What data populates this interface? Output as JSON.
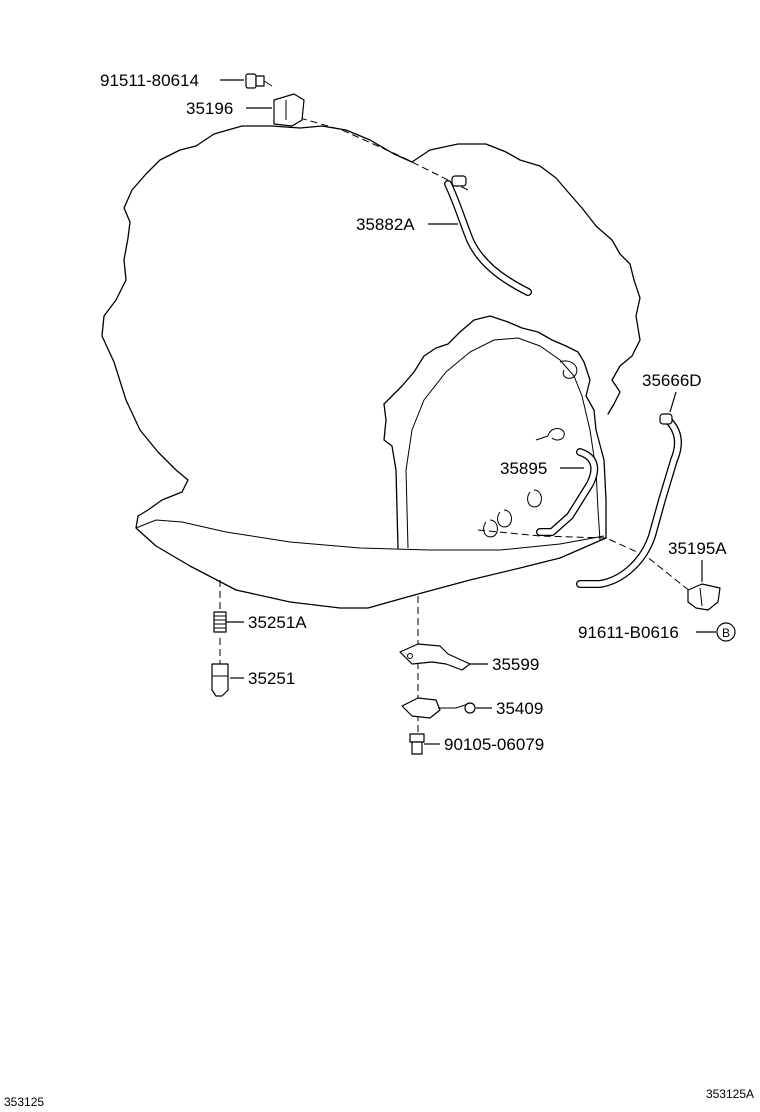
{
  "labels": {
    "p91511": "91511-80614",
    "p35196": "35196",
    "p35882A": "35882A",
    "p35666D": "35666D",
    "p35895": "35895",
    "p35195A": "35195A",
    "p91611": "91611-B0616",
    "ref_b": "B",
    "p35251A": "35251A",
    "p35251": "35251",
    "p35599": "35599",
    "p35409": "35409",
    "p90105": "90105-06079"
  },
  "footer": {
    "left_code": "353125",
    "right_code": "353125A"
  }
}
